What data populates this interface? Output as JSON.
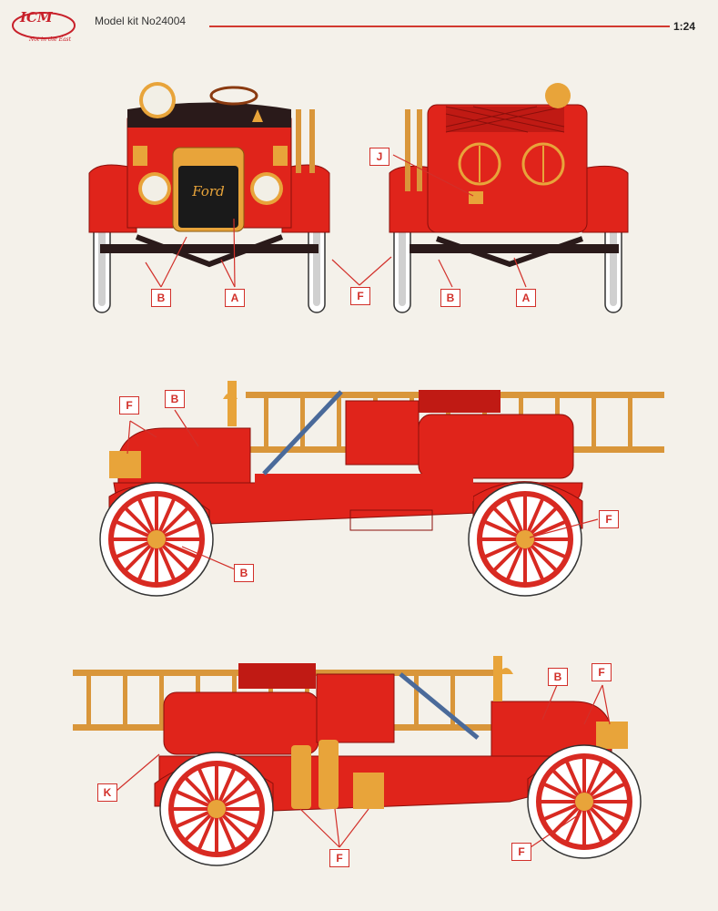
{
  "header": {
    "logo_text": "ICM",
    "logo_tagline": "Not in the East",
    "model_kit": "Model kit No24004",
    "scale": "1:24"
  },
  "labels": {
    "front": [
      "B",
      "A"
    ],
    "rear": [
      "J",
      "F",
      "B",
      "A"
    ],
    "side_right": [
      "F",
      "B",
      "B",
      "F"
    ],
    "side_left": [
      "B",
      "F",
      "K",
      "F",
      "F"
    ]
  },
  "colors": {
    "body_red": "#e0241b",
    "dark_red": "#a8120e",
    "brass": "#e8a43a",
    "ladder": "#d9963a",
    "tire": "#ffffff",
    "label_red": "#d2302a",
    "black": "#1a1a1a"
  }
}
